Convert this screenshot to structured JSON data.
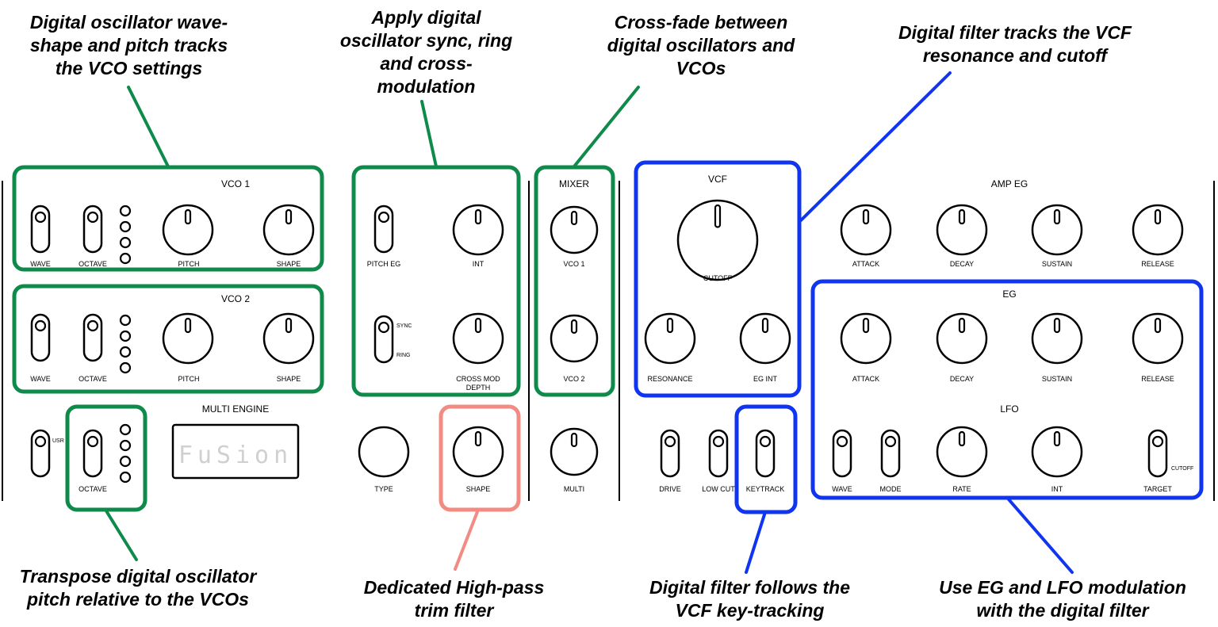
{
  "annotations": {
    "vco_tracking": "Digital oscillator wave-\nshape and pitch tracks\nthe VCO settings",
    "sync_ring": "Apply digital\noscillator sync, ring\nand cross-\nmodulation",
    "crossfade": "Cross-fade between\ndigital oscillators and\nVCOs",
    "filter_tracks": "Digital filter tracks the VCF\nresonance and cutoff",
    "transpose": "Transpose digital oscillator\npitch relative to the VCOs",
    "highpass": "Dedicated High-pass\ntrim filter",
    "keytrack": "Digital filter follows the\nVCF key-tracking",
    "eg_lfo": "Use EG and LFO modulation\nwith the digital filter"
  },
  "panel": {
    "vco1": {
      "title": "VCO 1",
      "wave": "WAVE",
      "octave": "OCTAVE",
      "pitch": "PITCH",
      "shape": "SHAPE"
    },
    "vco2": {
      "title": "VCO 2",
      "wave": "WAVE",
      "octave": "OCTAVE",
      "pitch": "PITCH",
      "shape": "SHAPE"
    },
    "multi_engine": {
      "title": "MULTI ENGINE",
      "usr": "USR",
      "octave": "OCTAVE",
      "display": "FuSion"
    },
    "mod": {
      "pitch_eg": "PITCH EG",
      "int": "INT",
      "sync": "SYNC",
      "ring": "RING",
      "cross_mod": "CROSS MOD",
      "depth": "DEPTH",
      "type": "TYPE",
      "shape": "SHAPE"
    },
    "mixer": {
      "title": "MIXER",
      "vco1": "VCO 1",
      "vco2": "VCO 2",
      "multi": "MULTI"
    },
    "vcf": {
      "title": "VCF",
      "cutoff": "CUTOFF",
      "resonance": "RESONANCE",
      "eg_int": "EG INT",
      "drive": "DRIVE",
      "low_cut": "LOW CUT",
      "keytrack": "KEYTRACK"
    },
    "amp_eg": {
      "title": "AMP EG",
      "attack": "ATTACK",
      "decay": "DECAY",
      "sustain": "SUSTAIN",
      "release": "RELEASE"
    },
    "eg": {
      "title": "EG",
      "attack": "ATTACK",
      "decay": "DECAY",
      "sustain": "SUSTAIN",
      "release": "RELEASE"
    },
    "lfo": {
      "title": "LFO",
      "wave": "WAVE",
      "mode": "MODE",
      "rate": "RATE",
      "int": "INT",
      "target": "TARGET",
      "cutoff": "CUTOFF"
    }
  },
  "colors": {
    "green": "#0e8a4a",
    "blue": "#1035f0",
    "salmon": "#f28b82"
  }
}
